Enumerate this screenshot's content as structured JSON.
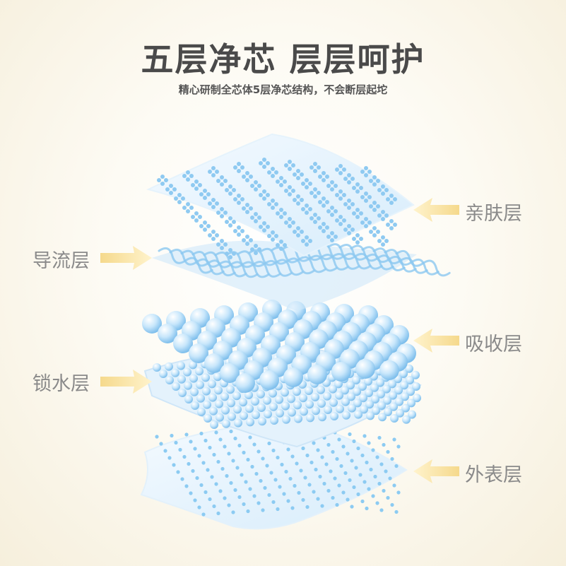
{
  "header": {
    "title": "五层净芯 层层呵护",
    "subtitle": "精心研制全芯体5层净芯结构，不会断层起坨"
  },
  "layers": {
    "skin": "亲肤层",
    "guide": "导流层",
    "absorb": "吸收层",
    "lock": "锁水层",
    "outer": "外表层"
  },
  "colors": {
    "arrow": "#fbe7a8",
    "bead": "#a9d6f5",
    "sheet": "#eaf5fd"
  }
}
